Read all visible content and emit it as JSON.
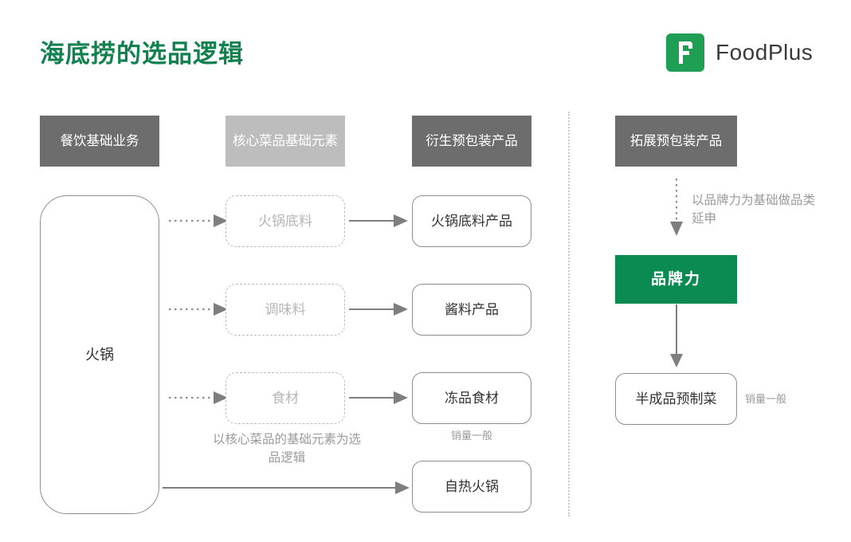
{
  "header": {
    "title": "海底捞的选品逻辑",
    "brand": {
      "name": "FoodPlus",
      "logo_icon": "foodplus-f-logo",
      "logo_color": "#1f9f54"
    },
    "title_color": "#10814f"
  },
  "columns": [
    {
      "label": "餐饮基础业务",
      "style": "dark"
    },
    {
      "label": "核心菜品基础元素",
      "style": "light"
    },
    {
      "label": "衍生预包装产品",
      "style": "dark"
    },
    {
      "label": "拓展预包装产品",
      "style": "dark"
    }
  ],
  "left_flow": {
    "base_business": "火锅",
    "elements": [
      {
        "label": "火锅底料"
      },
      {
        "label": "调味料"
      },
      {
        "label": "食材"
      }
    ],
    "products": [
      {
        "label": "火锅底料产品",
        "note": ""
      },
      {
        "label": "酱料产品",
        "note": ""
      },
      {
        "label": "冻品食材",
        "note": "销量一般"
      },
      {
        "label": "自热火锅",
        "note": ""
      }
    ],
    "logic_caption": "以核心菜品的基础元素为选品逻辑"
  },
  "right_flow": {
    "caption": "以品牌力为基础做品类延申",
    "brand_power": "品牌力",
    "product": "半成品预制菜",
    "product_note": "销量一般"
  },
  "colors": {
    "accent_green": "#0b8a51",
    "header_dark": "#6d6d6d",
    "header_light": "#bdbdbd",
    "box_border": "#8e8e8e",
    "muted_text": "#9a9a9a"
  }
}
